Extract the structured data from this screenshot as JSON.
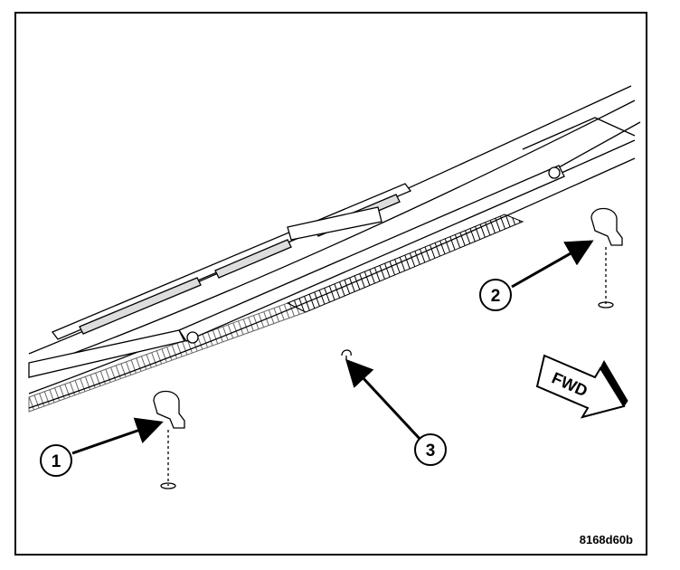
{
  "callouts": [
    {
      "label": "1"
    },
    {
      "label": "2"
    },
    {
      "label": "3"
    }
  ],
  "fwd_label": "FWD",
  "figure_id": "8168d60b",
  "colors": {
    "line": "#000000",
    "background": "#ffffff"
  }
}
